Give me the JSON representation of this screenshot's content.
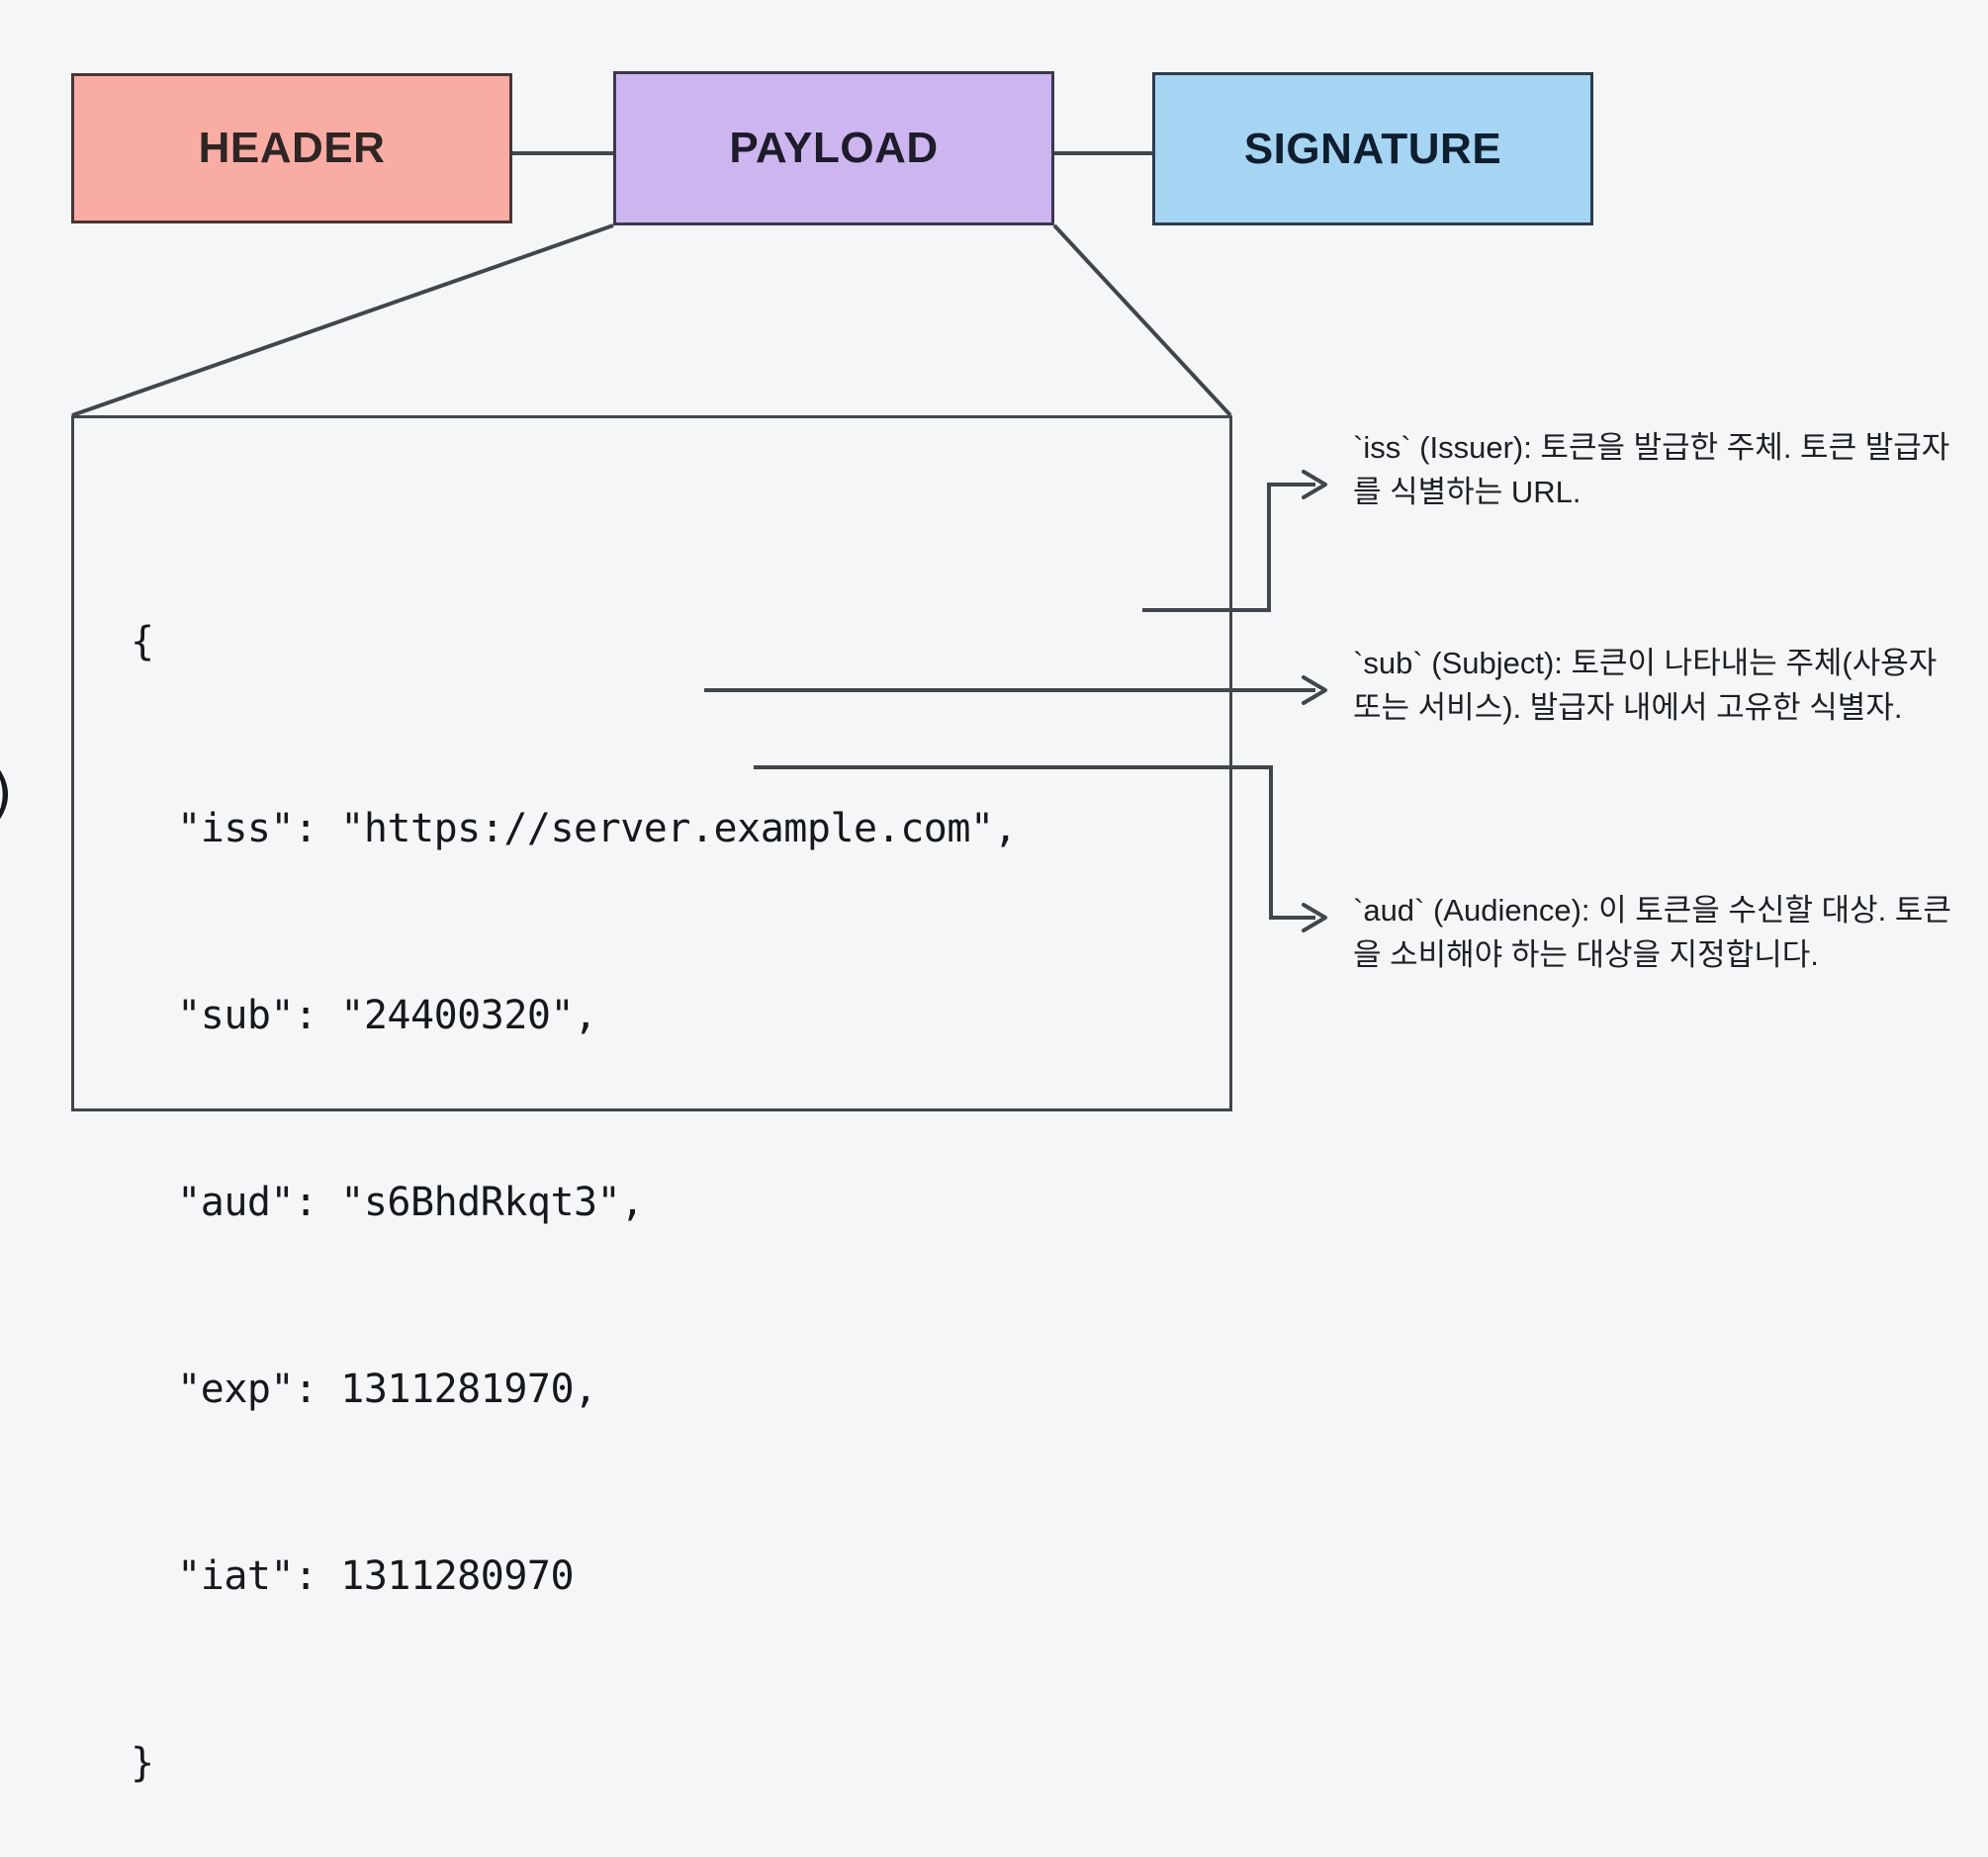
{
  "diagram": {
    "title_parts": [
      {
        "id": "header",
        "label": "HEADER",
        "color": "#f9aca4"
      },
      {
        "id": "payload",
        "label": "PAYLOAD",
        "color": "#cdb6ef"
      },
      {
        "id": "signature",
        "label": "SIGNATURE",
        "color": "#a6d4f3"
      }
    ],
    "payload_json": {
      "lines": [
        "{",
        "  \"iss\": \"https://server.example.com\",",
        "  \"sub\": \"24400320\",",
        "  \"aud\": \"s6BhdRkqt3\",",
        "  \"exp\": 1311281970,",
        "  \"iat\": 1311280970",
        "}"
      ],
      "claims": {
        "iss": "https://server.example.com",
        "sub": "24400320",
        "aud": "s6BhdRkqt3",
        "exp": 1311281970,
        "iat": 1311280970
      }
    },
    "annotations": [
      {
        "id": "iss",
        "text": "`iss` (Issuer): 토큰을 발급한 주체. 토큰 발급자를 식별하는 URL."
      },
      {
        "id": "sub",
        "text": "`sub` (Subject): 토큰이 나타내는 주체(사용자 또는 서비스). 발급자 내에서 고유한 식별자."
      },
      {
        "id": "aud",
        "text": "`aud` (Audience): 이 토큰을 수신할 대상. 토큰을 소비해야 하는 대상을 지정합니다."
      }
    ],
    "left_clipped_glyph": ")",
    "colors": {
      "background": "#f4f6f7",
      "line": "#41464c",
      "text": "#15181c"
    }
  }
}
